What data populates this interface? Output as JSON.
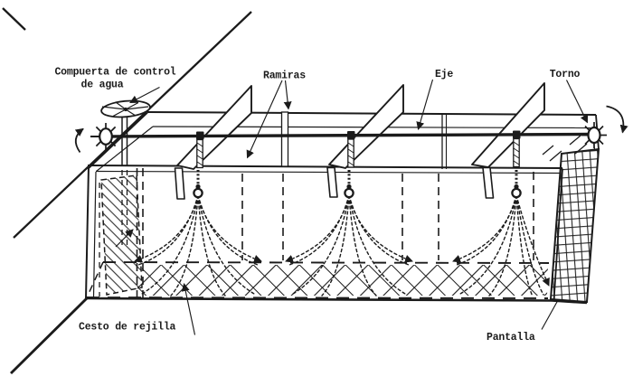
{
  "diagram": {
    "title_semantic": "hatchery-trough-diagram",
    "labels": {
      "compuerta_line1": "Compuerta de control",
      "compuerta_line2": "de agua",
      "ramiras": "Ramiras",
      "eje": "Eje",
      "torno": "Torno",
      "cesto": "Cesto de rejilla",
      "pantalla": "Pantalla"
    },
    "colors": {
      "ink": "#1b1b1b",
      "paper": "#ffffff"
    }
  }
}
